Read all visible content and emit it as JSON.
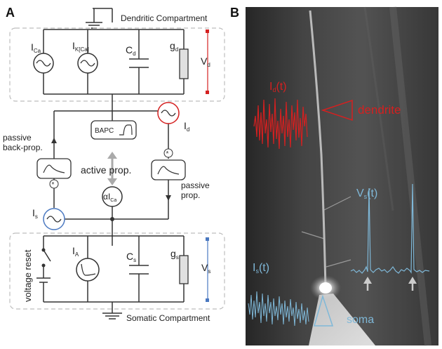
{
  "panel_a": {
    "panel_label": "A",
    "dendritic_compartment_label": "Dendritic Compartment",
    "somatic_compartment_label": "Somatic Compartment",
    "dendritic_components": {
      "i_ca_main": "I",
      "i_ca_sub": "Ca",
      "i_kca_main": "I",
      "i_kca_sub": "K[Ca]",
      "c_d_main": "C",
      "c_d_sub": "d",
      "g_d_main": "g",
      "g_d_sub": "d",
      "v_d_main": "V",
      "v_d_sub": "d"
    },
    "coupling": {
      "bapc_label": "BAPC",
      "i_d_main": "I",
      "i_d_sub": "d",
      "passive_back_prop_line1": "passive",
      "passive_back_prop_line2": "back-prop.",
      "active_prop_label": "active prop.",
      "alpha_i_ca_main": "αI",
      "alpha_i_ca_sub": "Ca",
      "passive_prop_line1": "passive",
      "passive_prop_line2": "prop.",
      "i_s_main": "I",
      "i_s_sub": "s",
      "convolution_symbol": "*"
    },
    "somatic_components": {
      "voltage_reset_label": "voltage reset",
      "i_a_main": "I",
      "i_a_sub": "A",
      "c_s_main": "C",
      "c_s_sub": "s",
      "g_s_main": "g",
      "g_s_sub": "s",
      "v_s_main": "V",
      "v_s_sub": "s"
    }
  },
  "panel_b": {
    "panel_label": "B",
    "id_trace_main": "I",
    "id_trace_sub": "d",
    "id_trace_arg": "(t)",
    "dendrite_label": "dendrite",
    "vs_trace_main": "V",
    "vs_trace_sub": "s",
    "vs_trace_arg": "(t)",
    "is_trace_main": "I",
    "is_trace_sub": "s",
    "is_trace_arg": "(t)",
    "soma_label": "soma"
  },
  "colors": {
    "dendrite_red": "#d42020",
    "soma_blue": "#7fb8d8",
    "line_dark": "#333333",
    "dashed_box": "#bdbdbd"
  }
}
